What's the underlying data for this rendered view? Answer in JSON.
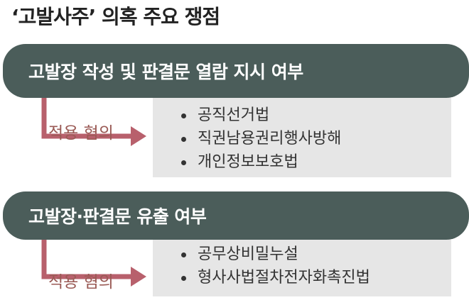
{
  "title": "‘고발사주’ 의혹 주요 쟁점",
  "colors": {
    "banner": "#4b5d5a",
    "arrow": "#b8606c",
    "label": "#9a5a55",
    "box": "#e6e6e6"
  },
  "sections": [
    {
      "heading": "고발장 작성 및 판결문 열람 지시 여부",
      "label": "적용 혐의",
      "items": [
        "공직선거법",
        "직권남용권리행사방해",
        "개인정보보호법"
      ]
    },
    {
      "heading": "고발장·판결문 유출 여부",
      "label": "적용 혐의",
      "items": [
        "공무상비밀누설",
        "형사사법절차전자화촉진법"
      ]
    }
  ]
}
